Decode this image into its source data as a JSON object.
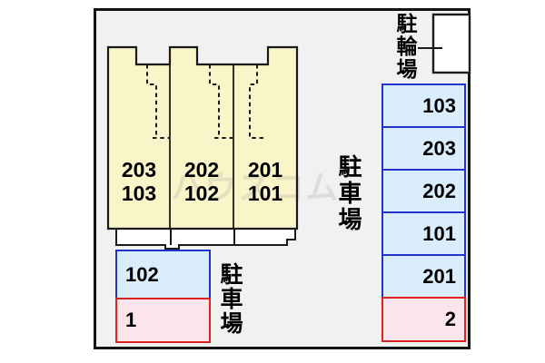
{
  "plan_title": "site-layout-plan",
  "colors": {
    "page_bg": "#ffffff",
    "plan_bg": "#f1f1f1",
    "outline": "#1a1a1a",
    "building_fill": "#faf5c8",
    "porch_fill": "#ffffff",
    "bicycle_box_fill": "#ffffff",
    "space_blue_fill": "#d9edfc",
    "space_blue_border": "#2233cc",
    "space_pink_fill": "#fce4ed",
    "space_pink_border": "#dd2222",
    "text": "#000000"
  },
  "building": {
    "units": [
      {
        "upper": "203",
        "lower": "103"
      },
      {
        "upper": "202",
        "lower": "102"
      },
      {
        "upper": "201",
        "lower": "101"
      }
    ]
  },
  "bicycle_parking": {
    "label": "駐輪場"
  },
  "parking_right": {
    "label": "駐車場",
    "spaces": [
      {
        "label": "103",
        "style": "blue"
      },
      {
        "label": "203",
        "style": "blue"
      },
      {
        "label": "202",
        "style": "blue"
      },
      {
        "label": "101",
        "style": "blue"
      },
      {
        "label": "201",
        "style": "blue"
      },
      {
        "label": "2",
        "style": "pink"
      }
    ]
  },
  "parking_front": {
    "label": "駐車場",
    "spaces": [
      {
        "label": "102",
        "style": "blue"
      },
      {
        "label": "1",
        "style": "pink"
      }
    ]
  },
  "watermark": {
    "text": "ハウスコム"
  }
}
